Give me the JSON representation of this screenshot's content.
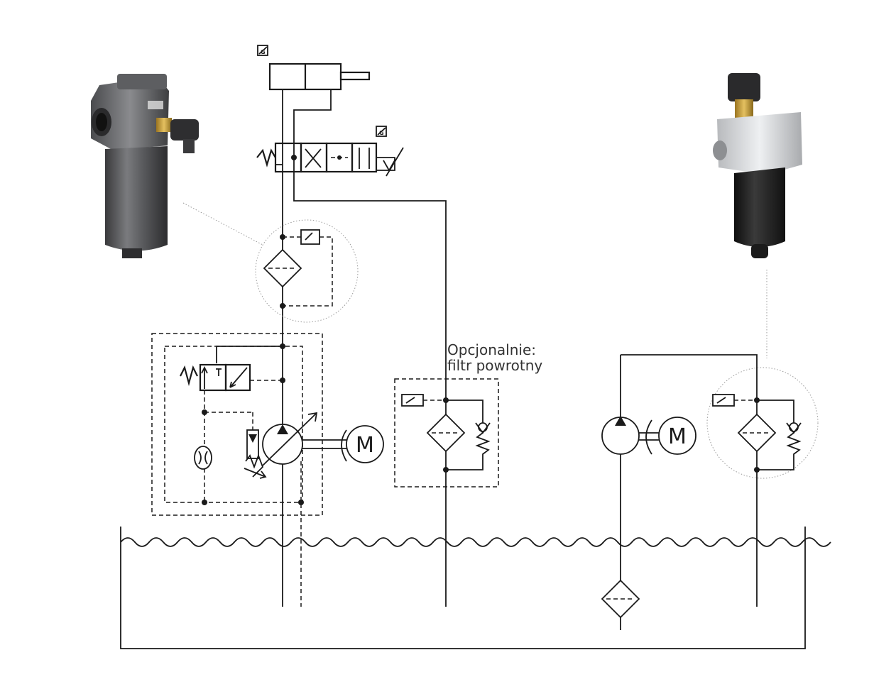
{
  "annotation": {
    "line1": "Opcjonalnie:",
    "line2": "filtr powrotny"
  },
  "motor_labels": {
    "main_motor": "M",
    "aux_motor": "M"
  },
  "colors": {
    "line": "#1a1a1a",
    "leader": "#9a9a9a",
    "filter_body": "#4a4a4a",
    "brass": "#c8a040",
    "bowl_black": "#1e1e1e",
    "housing_silver": "#d0d2d4"
  }
}
